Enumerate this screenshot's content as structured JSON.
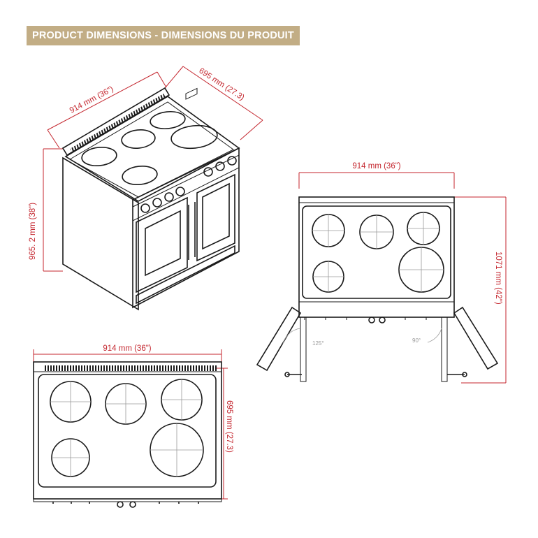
{
  "header": {
    "title": "PRODUCT DIMENSIONS - DIMENSIONS DU PRODUIT"
  },
  "colors": {
    "banner": "#c2ad85",
    "dimension": "#c4262e",
    "drawing": "#1a1a1a"
  },
  "iso_view": {
    "width_label": "914 mm (36\")",
    "depth_label": "695 mm (27.3)",
    "height_label": "965. 2 mm (38\")"
  },
  "front_view": {
    "width_label": "914 mm (36\")",
    "height_label": "1071 mm (42\")",
    "left_door_angle": "125°",
    "right_door_angle": "90°"
  },
  "top_view": {
    "width_label": "914 mm (36\")",
    "depth_label": "695 mm (27.3)"
  }
}
